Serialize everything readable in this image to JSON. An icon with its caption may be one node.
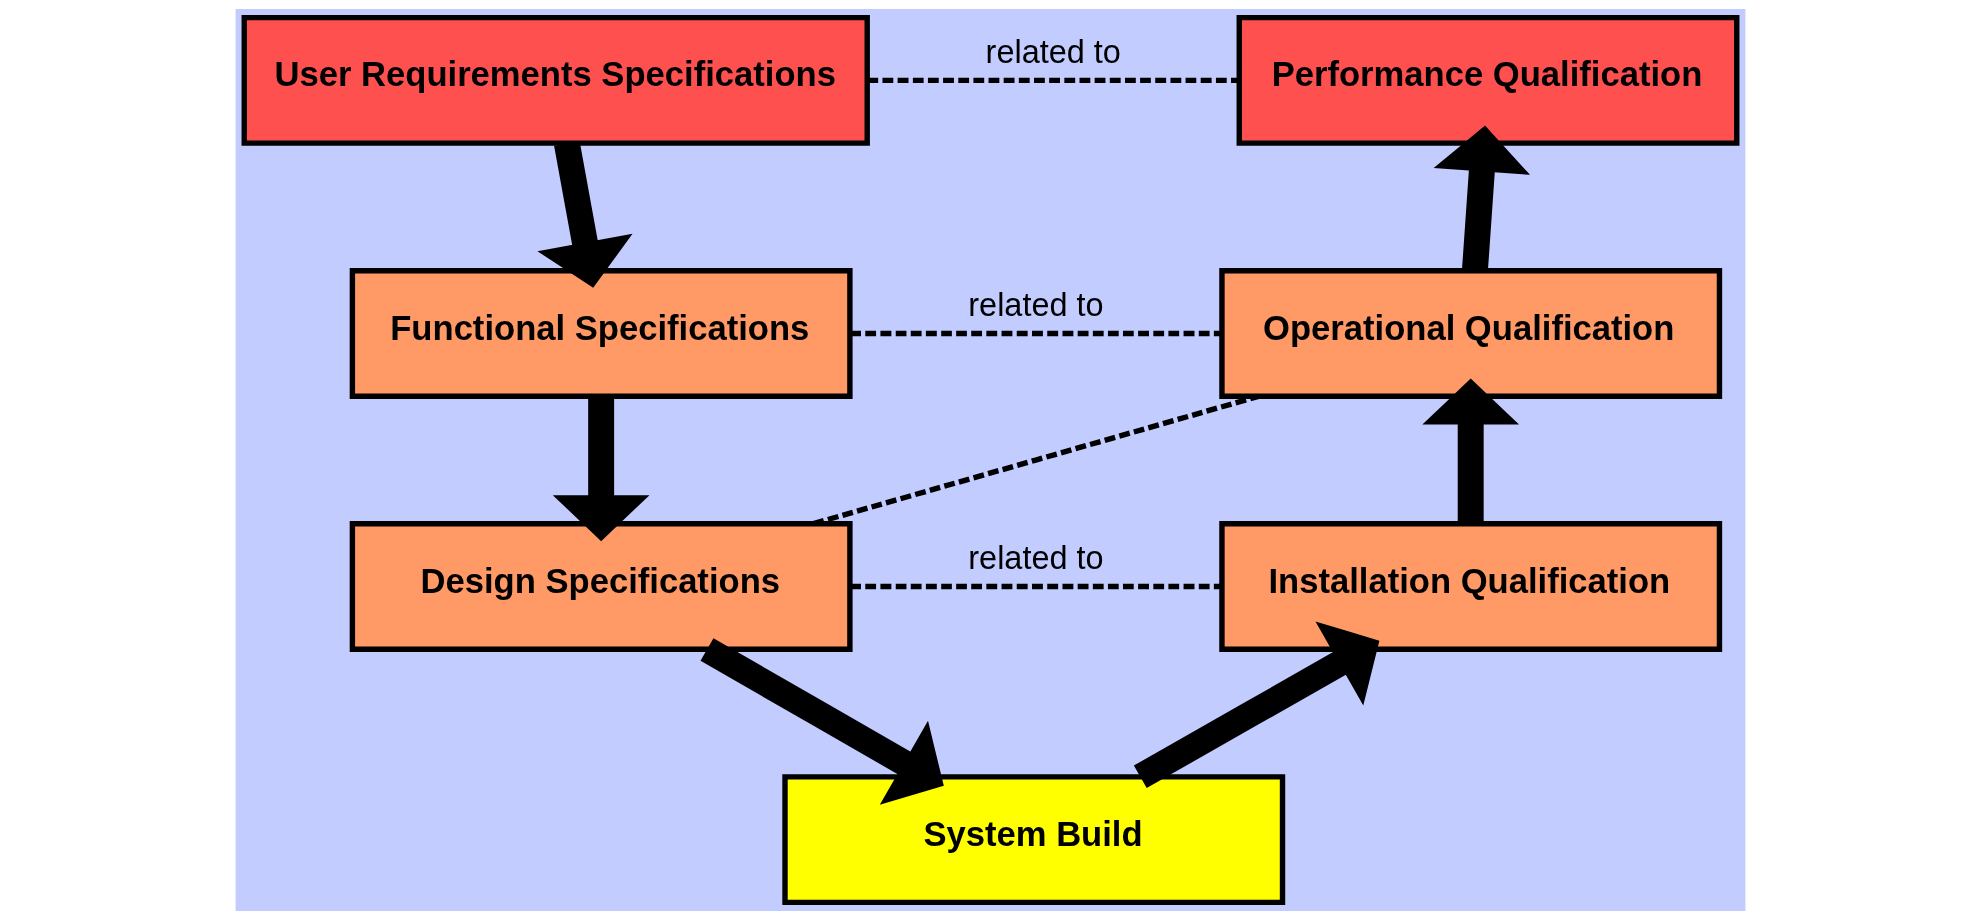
{
  "diagram": {
    "nodes": [
      {
        "text": [
          "User Requirements Specifications"
        ]
      },
      {
        "text": [
          "Performance Qualification"
        ]
      },
      {
        "text": [
          "Functional Specifications"
        ]
      },
      {
        "text": [
          "Operational Qualification"
        ]
      },
      {
        "text": [
          "Design Specifications"
        ]
      },
      {
        "text": [
          "Installation Qualification"
        ]
      },
      {
        "text": [
          "System Build"
        ]
      }
    ],
    "edges": [
      {
        "from": 0,
        "to": 2,
        "arrow": "to"
      },
      {
        "from": 2,
        "to": 4,
        "arrow": "to"
      },
      {
        "from": 4,
        "to": 6,
        "arrow": "to"
      },
      {
        "from": 6,
        "to": 5,
        "arrow": "to"
      },
      {
        "from": 5,
        "to": 3,
        "arrow": "to"
      },
      {
        "from": 3,
        "to": 1,
        "arrow": "to"
      },
      {
        "from": 0,
        "to": 1,
        "arrow": "none",
        "style": "dashed",
        "label": "related to"
      },
      {
        "from": 2,
        "to": 3,
        "arrow": "none",
        "style": "dashed",
        "label": "related to"
      },
      {
        "from": 4,
        "to": 5,
        "arrow": "none",
        "style": "dashed",
        "label": "related to"
      },
      {
        "from": 4,
        "to": 3,
        "arrow": "none",
        "style": "dashed"
      }
    ]
  }
}
